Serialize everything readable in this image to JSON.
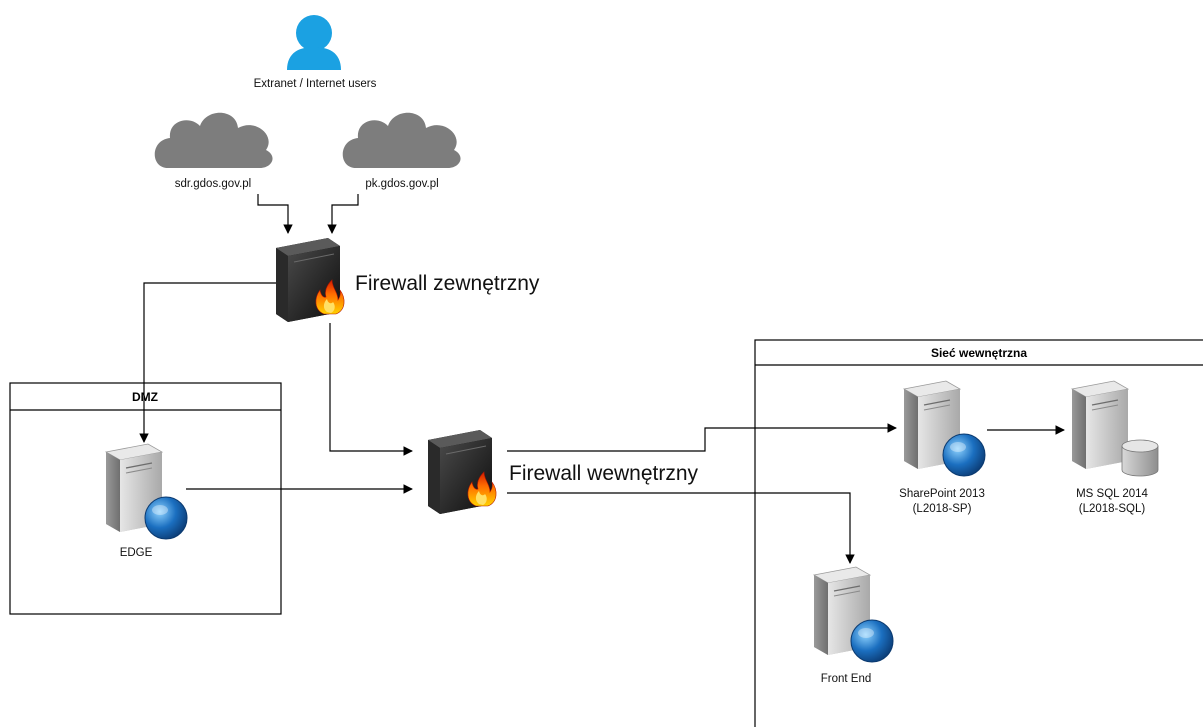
{
  "users": {
    "label": "Extranet / Internet users"
  },
  "clouds": [
    {
      "label": "sdr.gdos.gov.pl"
    },
    {
      "label": "pk.gdos.gov.pl"
    }
  ],
  "firewalls": {
    "external": {
      "label": "Firewall zewnętrzny"
    },
    "internal": {
      "label": "Firewall wewnętrzny"
    }
  },
  "containers": {
    "dmz": {
      "title": "DMZ"
    },
    "internal_network": {
      "title": "Sieć wewnętrzna"
    }
  },
  "servers": {
    "edge": {
      "label": "EDGE"
    },
    "sharepoint": {
      "line1": "SharePoint 2013",
      "line2": "(L2018-SP)"
    },
    "sql": {
      "line1": "MS SQL 2014",
      "line2": "(L2018-SQL)"
    },
    "frontend": {
      "label": "Front End"
    }
  },
  "colors": {
    "user": "#1ba1e2",
    "cloud": "#7d7d7d",
    "server_body": "#c8c8c8",
    "globe": "#1b6fc0",
    "firewall_body": "#1e1e1e",
    "flame": "#ff6a00"
  }
}
